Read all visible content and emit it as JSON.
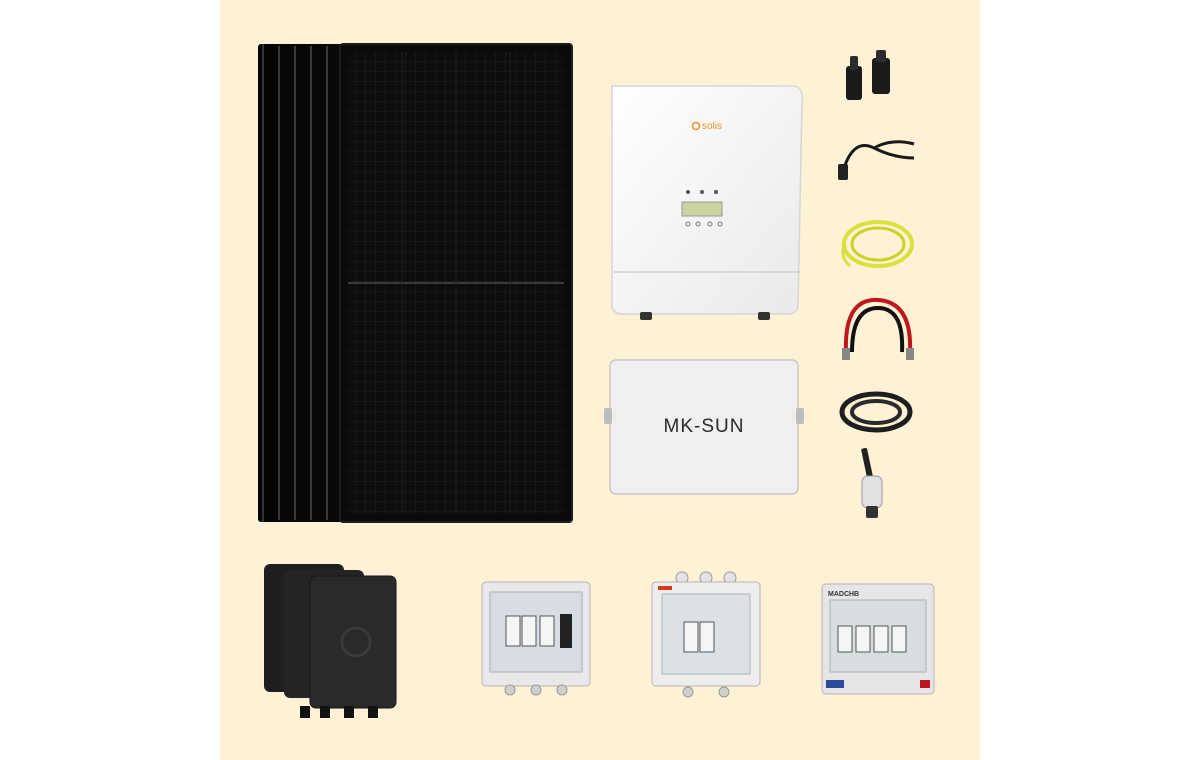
{
  "scene": {
    "background_color": "#fdf1d6",
    "page_color": "#ffffff"
  },
  "inverter": {
    "brand": "solis",
    "accent": "#e8912a"
  },
  "battery": {
    "brand": "MK-SUN"
  },
  "junction_box_3": {
    "brand": "MADCHB"
  },
  "icons": [
    "solar-panel-icon",
    "inverter-icon",
    "battery-icon",
    "microinverter-icon",
    "junction-box-icon",
    "cable-icon",
    "wifi-stick-icon"
  ]
}
